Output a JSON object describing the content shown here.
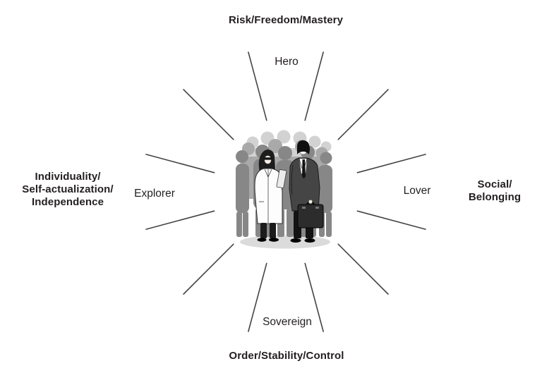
{
  "diagram": {
    "type": "radial-archetype-diagram",
    "outer_labels": {
      "top": "Risk/Freedom/Mastery",
      "bottom": "Order/Stability/Control",
      "left_lines": [
        "Individuality/",
        "Self-actualization/",
        "Independence"
      ],
      "right_lines": [
        "Social/",
        "Belonging"
      ]
    },
    "archetype_labels": {
      "top": "Hero",
      "right": "Lover",
      "bottom": "Sovereign",
      "left": "Explorer"
    },
    "center_image": "crowd-of-gray-silhouettes-with-woman-in-lab-coat-and-businessman-with-briefcase",
    "colors": {
      "background": "#ffffff",
      "text": "#231f20",
      "rays": "#454545",
      "crowd_light_gray": "#d2d2d2",
      "crowd_mid_gray": "#a9a9a9",
      "crowd_dark_gray": "#878787",
      "suit_gray": "#454545",
      "ground_shadow": "#dbdbdb"
    }
  }
}
